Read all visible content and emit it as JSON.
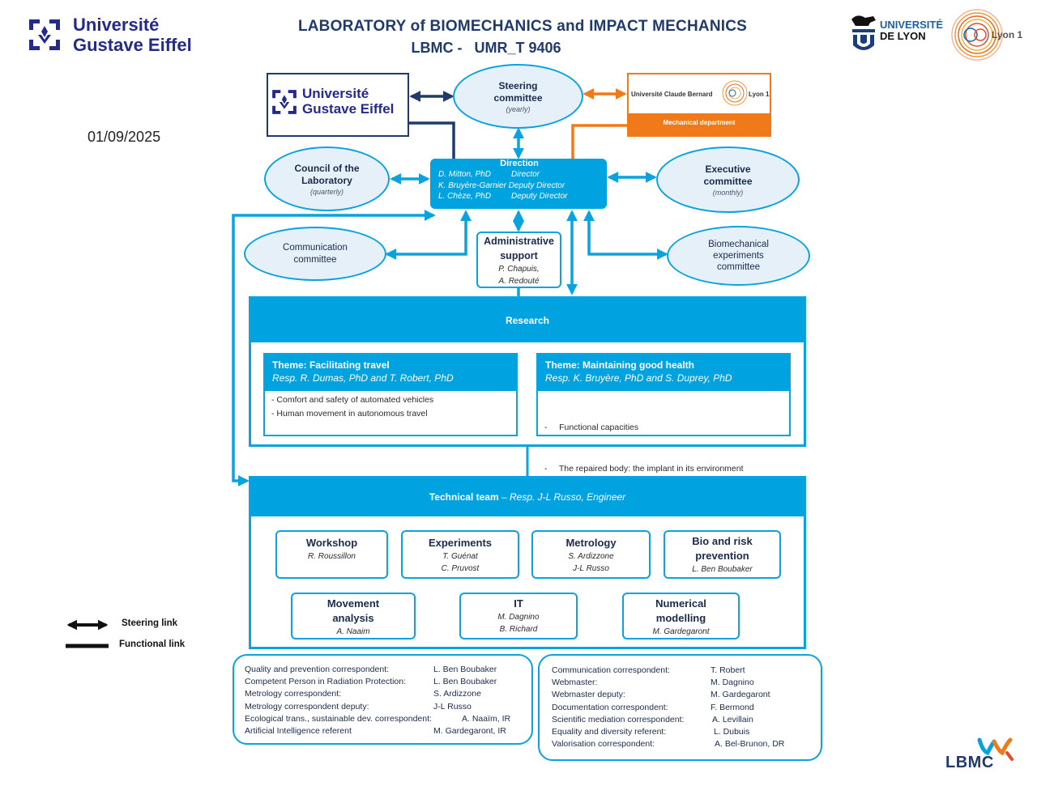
{
  "header": {
    "left_logo_text": [
      "Université",
      "Gustave Eiffel"
    ],
    "title": "LABORATORY of BIOMECHANICS and IMPACT MECHANICS",
    "subtitle": "LBMC -   UMR_T 9406",
    "right_logos": {
      "udl": [
        "UNIVERSITÉ",
        "DE LYON"
      ],
      "lyon1": "Lyon 1"
    },
    "date": "01/09/2025"
  },
  "partners": {
    "ge_box_text": [
      "Université",
      "Gustave Eiffel"
    ],
    "ucbl": {
      "name_a": "Université Claude Bernard",
      "name_b": "Lyon 1",
      "department": "Mechanical department"
    }
  },
  "committees": {
    "steering": {
      "title": [
        "Steering",
        "committee"
      ],
      "freq": "(yearly)"
    },
    "council": {
      "title": [
        "Council of the",
        "Laboratory"
      ],
      "freq": "(quarterly)"
    },
    "executive": {
      "title": [
        "Executive",
        "committee"
      ],
      "freq": "(monthly)"
    },
    "communication": {
      "title": [
        "Communication",
        "committee"
      ]
    },
    "biomech": {
      "title": [
        "Biomechanical",
        "experiments",
        "committee"
      ]
    }
  },
  "direction": {
    "title": "Direction",
    "members": [
      {
        "name": "D. Mitton, PhD",
        "role": "Director"
      },
      {
        "name": "K. Bruyère-Garnier",
        "role": "Deputy Director"
      },
      {
        "name": "L. Chèze, PhD",
        "role": "Deputy Director"
      }
    ]
  },
  "admin": {
    "title": [
      "Administrative",
      "support"
    ],
    "people": [
      "P. Chapuis,",
      "A. Redouté"
    ]
  },
  "research": {
    "title": "Research",
    "themes": [
      {
        "title": "Theme: Facilitating travel",
        "resp": "Resp. R. Dumas, PhD and T. Robert, PhD",
        "items": [
          "- Comfort and safety of automated vehicles",
          "- Human movement  in autonomous travel"
        ]
      },
      {
        "title": "Theme: Maintaining good health",
        "resp": "Resp. K. Bruyère,  PhD and S. Duprey,  PhD",
        "items": [
          "-     Functional capacities",
          "-     The repaired body: the implant in its environment"
        ]
      }
    ]
  },
  "technical": {
    "title": "Technical team",
    "resp": " – Resp. J-L Russo, Engineer",
    "teams": [
      {
        "title": [
          "Workshop"
        ],
        "people": [
          "R. Roussillon"
        ]
      },
      {
        "title": [
          "Experiments"
        ],
        "people": [
          "T. Guénat",
          "C. Pruvost"
        ]
      },
      {
        "title": [
          "Metrology"
        ],
        "people": [
          "S. Ardizzone",
          "J-L Russo"
        ]
      },
      {
        "title": [
          "Bio and risk",
          "prevention"
        ],
        "people": [
          "L. Ben Boubaker"
        ]
      },
      {
        "title": [
          "Movement",
          "analysis"
        ],
        "people": [
          "A. Naaim"
        ]
      },
      {
        "title": [
          "IT"
        ],
        "people": [
          "M. Dagnino",
          "B. Richard"
        ]
      },
      {
        "title": [
          "Numerical",
          "modelling"
        ],
        "people": [
          "M. Gardegaront"
        ]
      }
    ]
  },
  "correspondents_left": [
    {
      "role": "Quality and prevention correspondent:",
      "name": "L. Ben Boubaker"
    },
    {
      "role": "Competent  Person in Radiation Protection:",
      "name": "L. Ben Boubaker"
    },
    {
      "role": "Metrology correspondent:",
      "name": "S. Ardizzone"
    },
    {
      "role": "Metrology correspondent deputy:",
      "name": "J-L Russo"
    },
    {
      "role": "Ecological trans., sustainable dev. correspondent:",
      "name": "A. Naaïm, IR"
    },
    {
      "role": "Artificial Intelligence referent",
      "name": "M. Gardegaront, IR"
    }
  ],
  "correspondents_right": [
    {
      "role": "Communication correspondent:",
      "name": "T. Robert"
    },
    {
      "role": "Webmaster:",
      "name": "M. Dagnino"
    },
    {
      "role": "Webmaster deputy:",
      "name": "M. Gardegaront"
    },
    {
      "role": "Documentation correspondent:",
      "name": "F. Bermond"
    },
    {
      "role": "Scientific mediation correspondent:",
      "name": "A. Levillain"
    },
    {
      "role": "Equality and diversity referent:",
      "name": "L. Dubuis"
    },
    {
      "role": "Valorisation correspondent:",
      "name": "A. Bel-Brunon, DR"
    }
  ],
  "legend": {
    "steering": "Steering link",
    "functional": "Functional link"
  },
  "footer_logo": "LBMC",
  "colors": {
    "cyan": "#00a3e0",
    "navy": "#1f3a6b",
    "orange": "#f07a1a",
    "ellipse_fill": "#e6f0f9"
  }
}
